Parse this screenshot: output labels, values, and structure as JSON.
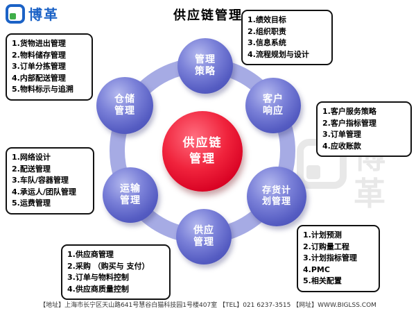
{
  "header": {
    "logo_text": "博革",
    "title": "供应链管理"
  },
  "center": {
    "line1": "供应链",
    "line2": "管理"
  },
  "nodes": [
    {
      "name": "strategy",
      "line1": "管理",
      "line2": "策略"
    },
    {
      "name": "customer",
      "line1": "客户",
      "line2": "响应"
    },
    {
      "name": "inventory",
      "line1": "存货计",
      "line2": "划管理"
    },
    {
      "name": "supply",
      "line1": "供应",
      "line2": "管理"
    },
    {
      "name": "transport",
      "line1": "运输",
      "line2": "管理"
    },
    {
      "name": "warehouse",
      "line1": "仓储",
      "line2": "管理"
    }
  ],
  "callouts": [
    {
      "for": "warehouse",
      "items": [
        "1.货物进出管理",
        "2.物料储存管理",
        "3.订单分拣管理",
        "4.内部配送管理",
        "5.物料标示与追溯"
      ]
    },
    {
      "for": "strategy",
      "items": [
        "1.绩效目标",
        "2.组织职责",
        "3.信息系统",
        "4.流程规划与设计"
      ]
    },
    {
      "for": "customer",
      "items": [
        "1.客户服务策略",
        "2.客户指标管理",
        "3.订单管理",
        "4.应收账款"
      ]
    },
    {
      "for": "inventory",
      "items": [
        "1.计划预测",
        "2.订购量工程",
        "3.计划指标管理",
        "4.PMC",
        "5.相关配置"
      ]
    },
    {
      "for": "supply",
      "items": [
        "1.供应商管理",
        "2.采购 （购买与 支付）",
        "3.订单与物料控制",
        "4.供应商质量控制"
      ]
    },
    {
      "for": "transport",
      "items": [
        "1.网络设计",
        "2.配送管理",
        "3.车队/容器管理",
        "4.承运人/团队管理",
        "5.运费管理"
      ]
    }
  ],
  "watermark": {
    "char1": "博",
    "char2": "革"
  },
  "footer": {
    "text": "【地址】上海市长宁区天山路641号慧谷白猫科技园1号楼407室 【TEL】021 6237-3515 【网址】WWW.BIGLSS.COM"
  },
  "colors": {
    "node_purple": "#555cc2",
    "ring_purple": "#a6abe4",
    "center_red": "#d70022",
    "logo_blue": "#1b62c6",
    "logo_green": "#3fae49"
  }
}
